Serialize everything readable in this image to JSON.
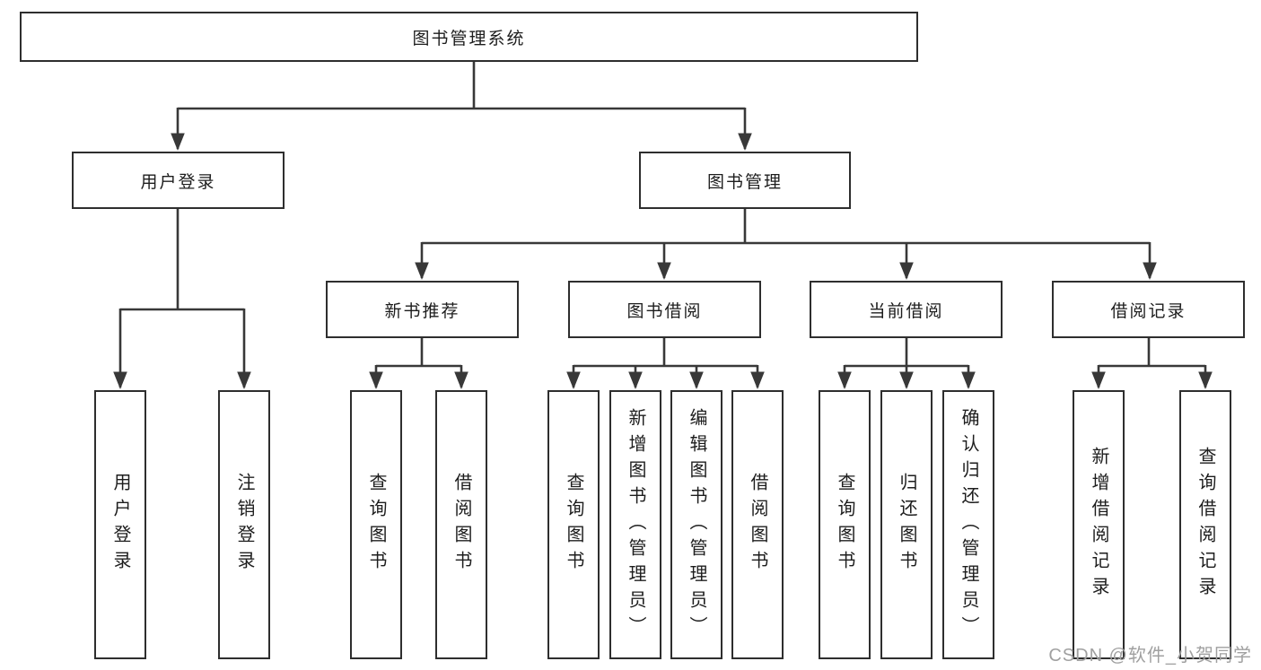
{
  "tree": {
    "root": {
      "label": "图书管理系统",
      "children": [
        {
          "label": "用户登录",
          "children": [
            {
              "label": "用户登录"
            },
            {
              "label": "注销登录"
            }
          ]
        },
        {
          "label": "图书管理",
          "children": [
            {
              "label": "新书推荐",
              "children": [
                {
                  "label": "查询图书"
                },
                {
                  "label": "借阅图书"
                }
              ]
            },
            {
              "label": "图书借阅",
              "children": [
                {
                  "label": "查询图书"
                },
                {
                  "label": "新增图书（管理员）"
                },
                {
                  "label": "编辑图书（管理员）"
                },
                {
                  "label": "借阅图书"
                }
              ]
            },
            {
              "label": "当前借阅",
              "children": [
                {
                  "label": "查询图书"
                },
                {
                  "label": "归还图书"
                },
                {
                  "label": "确认归还（管理员）"
                }
              ]
            },
            {
              "label": "借阅记录",
              "children": [
                {
                  "label": "新增借阅记录"
                },
                {
                  "label": "查询借阅记录"
                }
              ]
            }
          ]
        }
      ]
    }
  },
  "watermark": {
    "text": "CSDN @软件_小贺同学"
  },
  "colors": {
    "line": "#383838",
    "border": "#2e2e2e",
    "text": "#1d1d1d",
    "watermark": "#a0a0a0",
    "background": "#ffffff"
  }
}
